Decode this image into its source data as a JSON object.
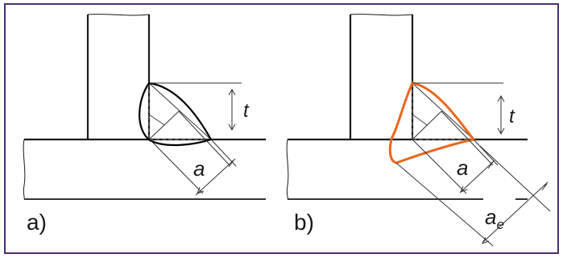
{
  "colors": {
    "frame": "#4a2f6e",
    "line": "#1a1a1a",
    "thin": "#333333",
    "dash": "#666666",
    "weld_a": "#000000",
    "weld_b": "#e8681f"
  },
  "panels": [
    {
      "label": "a)",
      "thickness_label": "t",
      "throat_label": "a",
      "effective_label": "",
      "effective_sub": ""
    },
    {
      "label": "b)",
      "thickness_label": "t",
      "throat_label": "a",
      "effective_label": "a",
      "effective_sub": "e"
    }
  ]
}
